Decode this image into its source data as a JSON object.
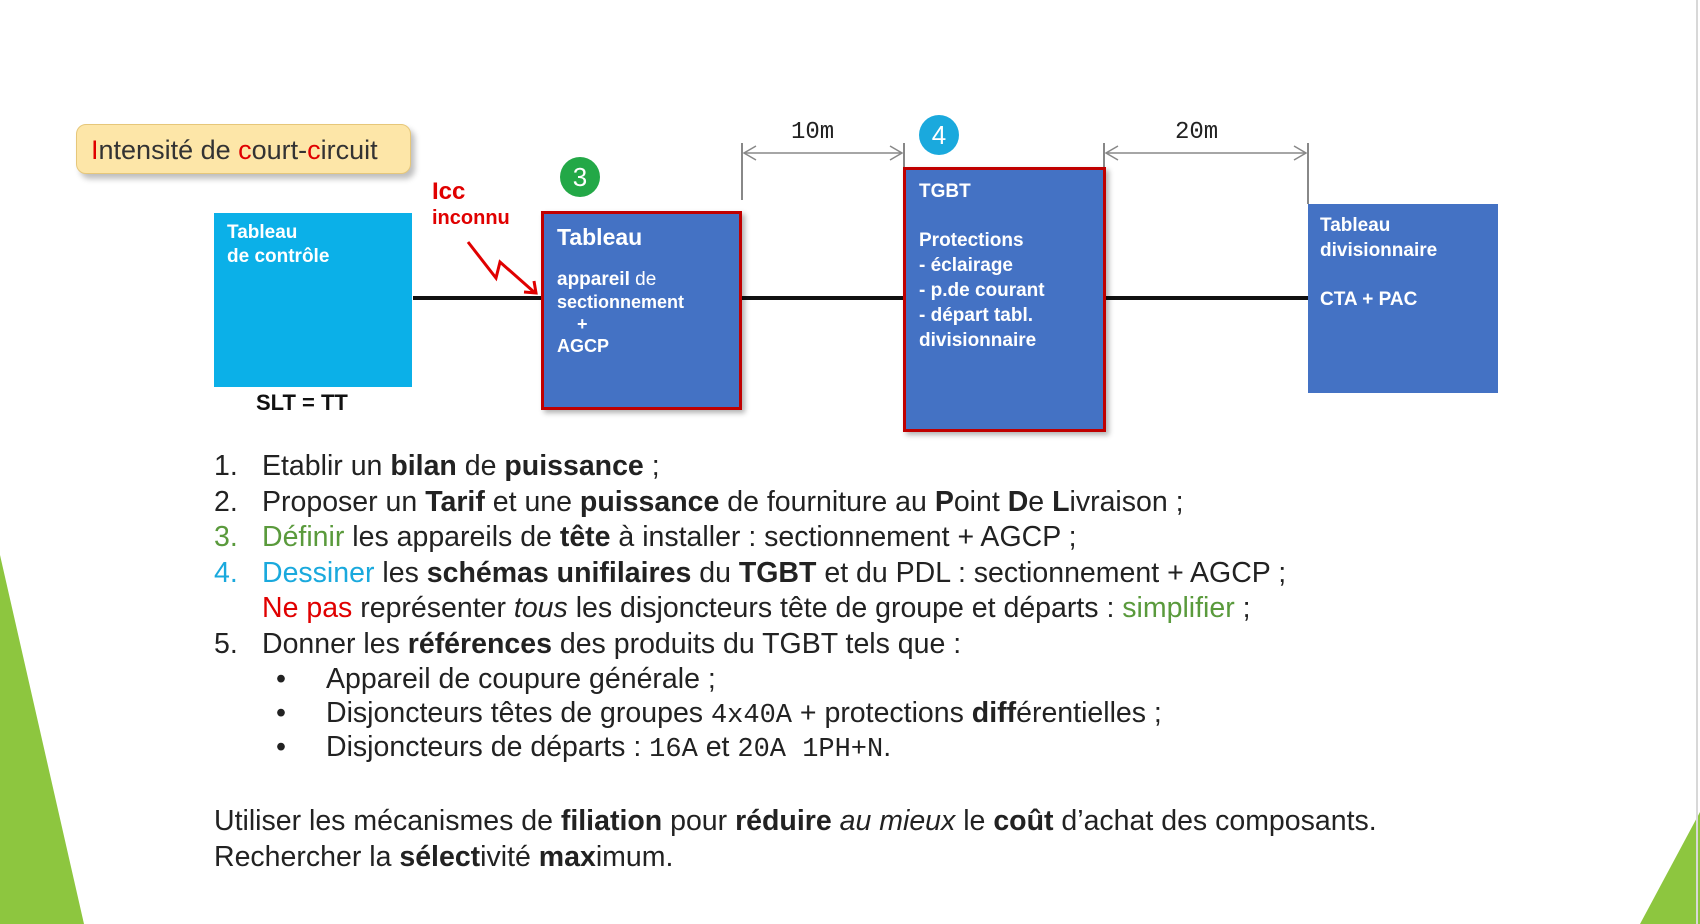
{
  "callout": {
    "p1": "I",
    "p2": "ntensité de ",
    "p3": "c",
    "p4": "ourt-",
    "p5": "c",
    "p6": "ircuit"
  },
  "icc": {
    "line1": "Icc",
    "line2": "inconnu"
  },
  "boxes": {
    "controle": {
      "line1": "Tableau",
      "line2": "de contrôle",
      "caption": "SLT = TT"
    },
    "tableau": {
      "title": "Tableau",
      "l1a": "appareil",
      "l1b": " de",
      "l2": "sectionnement",
      "l3": "+",
      "l4": "AGCP"
    },
    "tgbt": {
      "title": "TGBT",
      "l1": "Protections",
      "l2": "- éclairage",
      "l3": "- p.de courant",
      "l4": "- départ tabl.",
      "l5": "divisionnaire"
    },
    "divisionnaire": {
      "l1": "Tableau",
      "l2": "divisionnaire",
      "l3": "CTA + PAC"
    }
  },
  "badges": {
    "b3": "3",
    "b4": "4"
  },
  "dims": {
    "d1": "10m",
    "d2": "20m"
  },
  "list": {
    "i1": {
      "num": "1.",
      "a": "Etablir un ",
      "b": "bilan",
      "c": " de ",
      "d": "puissance",
      "e": " ;"
    },
    "i2": {
      "num": "2.",
      "a": "Proposer un ",
      "b": "Tarif",
      "c": " et une ",
      "d": "puissance",
      "e": " de fourniture au ",
      "f": "P",
      "g": "oint ",
      "h": "D",
      "i": "e ",
      "j": "L",
      "k": "ivraison ;"
    },
    "i3": {
      "num": "3.",
      "a": "Définir",
      "b": " les appareils de ",
      "c": "tête",
      "d": " à installer : sectionnement + AGCP ;"
    },
    "i4": {
      "num": "4.",
      "a": "Dessiner",
      "b": " les ",
      "c": "schémas unifilaires",
      "d": " du ",
      "e": "TGBT",
      "f": " et du PDL : sectionnement + AGCP ;"
    },
    "i4b": {
      "a": "Ne pas",
      "b": " représenter ",
      "c": "tous",
      "d": " les disjoncteurs tête de groupe et départs : ",
      "e": "simplifier",
      "f": " ;"
    },
    "i5": {
      "num": "5.",
      "a": "Donner les ",
      "b": "références",
      "c": " des produits du TGBT tels que :"
    },
    "bullets": {
      "b1": {
        "mark": "•",
        "a": "Appareil de coupure générale ;"
      },
      "b2": {
        "mark": "•",
        "a": "Disjoncteurs têtes de groupes ",
        "b": "4x40A",
        "c": " + protections ",
        "d": "diff",
        "e": "érentielles ;"
      },
      "b3": {
        "mark": "•",
        "a": "Disjoncteurs de départs : ",
        "b": "16A",
        "c": " et ",
        "d": "20A 1PH+N",
        "e": "."
      }
    }
  },
  "footer": {
    "l1": {
      "a": "Utiliser les mécanismes de ",
      "b": "filiation",
      "c": " pour ",
      "d": "réduire",
      "e": " ",
      "f": "au mieux",
      "g": " le ",
      "h": "coût",
      "i": " d’achat des composants."
    },
    "l2": {
      "a": "Rechercher la ",
      "b": "sélect",
      "c": "ivité ",
      "d": "max",
      "e": "imum."
    }
  },
  "colors": {
    "accent_green": "#8dc63f",
    "box_cyan": "#0bb0e8",
    "box_blue": "#4472c4",
    "frame_red": "#c00000"
  }
}
